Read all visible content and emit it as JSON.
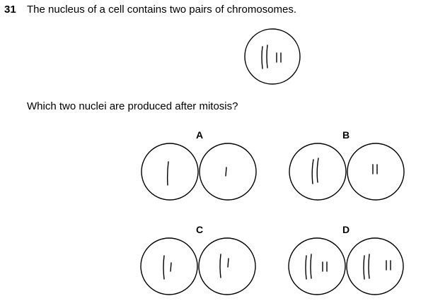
{
  "question": {
    "number": "31",
    "stem": "The nucleus of a cell contains two pairs of chromosomes.",
    "prompt": "Which two nuclei are produced after mitosis?"
  },
  "options": [
    {
      "letter": "A"
    },
    {
      "letter": "B"
    },
    {
      "letter": "C"
    },
    {
      "letter": "D"
    }
  ]
}
